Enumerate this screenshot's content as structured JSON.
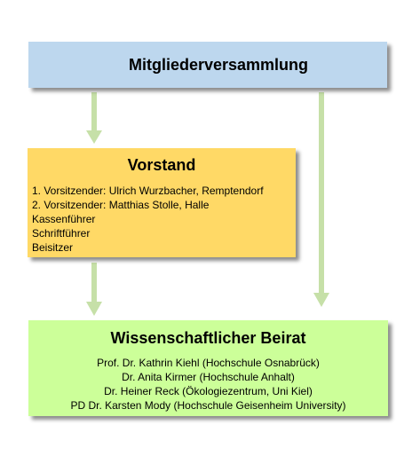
{
  "colors": {
    "top_box": "#bdd7ee",
    "vorstand_box": "#ffd966",
    "beirat_box": "#ccff99",
    "arrow": "#c6e0a8"
  },
  "mitgliederversammlung": {
    "title": "Mitgliederversammlung"
  },
  "vorstand": {
    "title": "Vorstand",
    "lines": [
      "1. Vorsitzender: Ulrich Wurzbacher, Remptendorf",
      "2. Vorsitzender: Matthias Stolle, Halle",
      "Kassenführer",
      "Schriftführer",
      "Beisitzer"
    ]
  },
  "beirat": {
    "title": "Wissenschaftlicher Beirat",
    "lines": [
      "Prof. Dr. Kathrin Kiehl (Hochschule Osnabrück)",
      "Dr. Anita Kirmer (Hochschule Anhalt)",
      "Dr. Heiner Reck (Ökologiezentrum, Uni Kiel)",
      "PD Dr. Karsten Mody (Hochschule Geisenheim University)"
    ]
  }
}
